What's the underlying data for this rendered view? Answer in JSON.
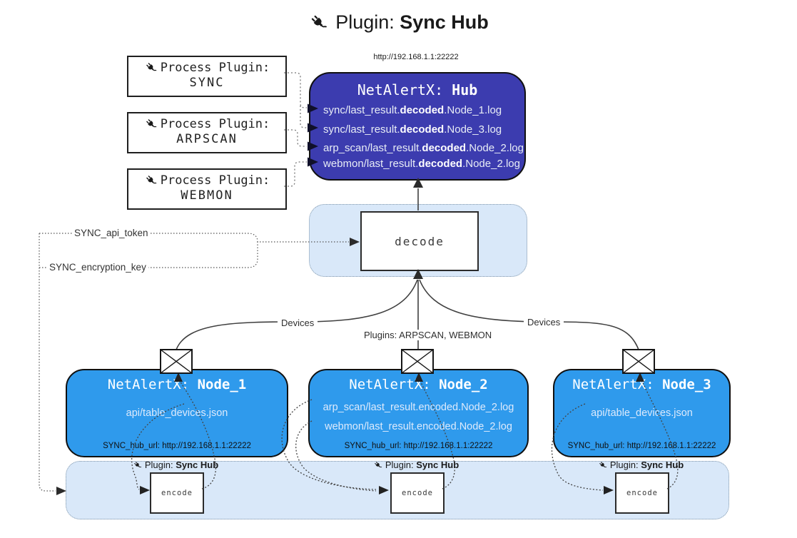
{
  "title": {
    "prefix": "Plugin: ",
    "name": "Sync Hub"
  },
  "colors": {
    "hub_fill": "#3c3caf",
    "node_fill": "#2f9aec",
    "panel_fill": "#d9e8f9"
  },
  "process_plugins": [
    {
      "label": "Process Plugin:",
      "name": "SYNC"
    },
    {
      "label": "Process Plugin:",
      "name": "ARPSCAN"
    },
    {
      "label": "Process Plugin:",
      "name": "WEBMON"
    }
  ],
  "hub": {
    "url": "http://192.168.1.1:22222",
    "title_prefix": "NetAlertX: ",
    "title_name": "Hub",
    "lines": [
      {
        "pre": "sync/last_result.",
        "bold": "decoded",
        "post": ".Node_1.log"
      },
      {
        "pre": "sync/last_result.",
        "bold": "decoded",
        "post": ".Node_3.log"
      },
      {
        "pre": "arp_scan/last_result.",
        "bold": "decoded",
        "post": ".Node_2.log"
      },
      {
        "pre": "webmon/last_result.",
        "bold": "decoded",
        "post": ".Node_2.log"
      }
    ]
  },
  "decode": {
    "label": "decode"
  },
  "secrets": {
    "api_token": "SYNC_api_token",
    "encryption_key": "SYNC_encryption_key"
  },
  "edge_labels": {
    "left": "Devices",
    "center": "Plugins: ARPSCAN, WEBMON",
    "right": "Devices"
  },
  "nodes": [
    {
      "title_prefix": "NetAlertX: ",
      "title_name": "Node_1",
      "files": [
        "api/table_devices.json"
      ],
      "hub_url": "SYNC_hub_url: http://192.168.1.1:22222"
    },
    {
      "title_prefix": "NetAlertX: ",
      "title_name": "Node_2",
      "files": [
        "arp_scan/last_result.encoded.Node_2.log",
        "webmon/last_result.encoded.Node_2.log"
      ],
      "hub_url": "SYNC_hub_url: http://192.168.1.1:22222"
    },
    {
      "title_prefix": "NetAlertX: ",
      "title_name": "Node_3",
      "files": [
        "api/table_devices.json"
      ],
      "hub_url": "SYNC_hub_url: http://192.168.1.1:22222"
    }
  ],
  "encoders": [
    {
      "label_prefix": "Plugin: ",
      "label_name": "Sync Hub",
      "box_label": "encode"
    },
    {
      "label_prefix": "Plugin: ",
      "label_name": "Sync Hub",
      "box_label": "encode"
    },
    {
      "label_prefix": "Plugin: ",
      "label_name": "Sync Hub",
      "box_label": "encode"
    }
  ]
}
